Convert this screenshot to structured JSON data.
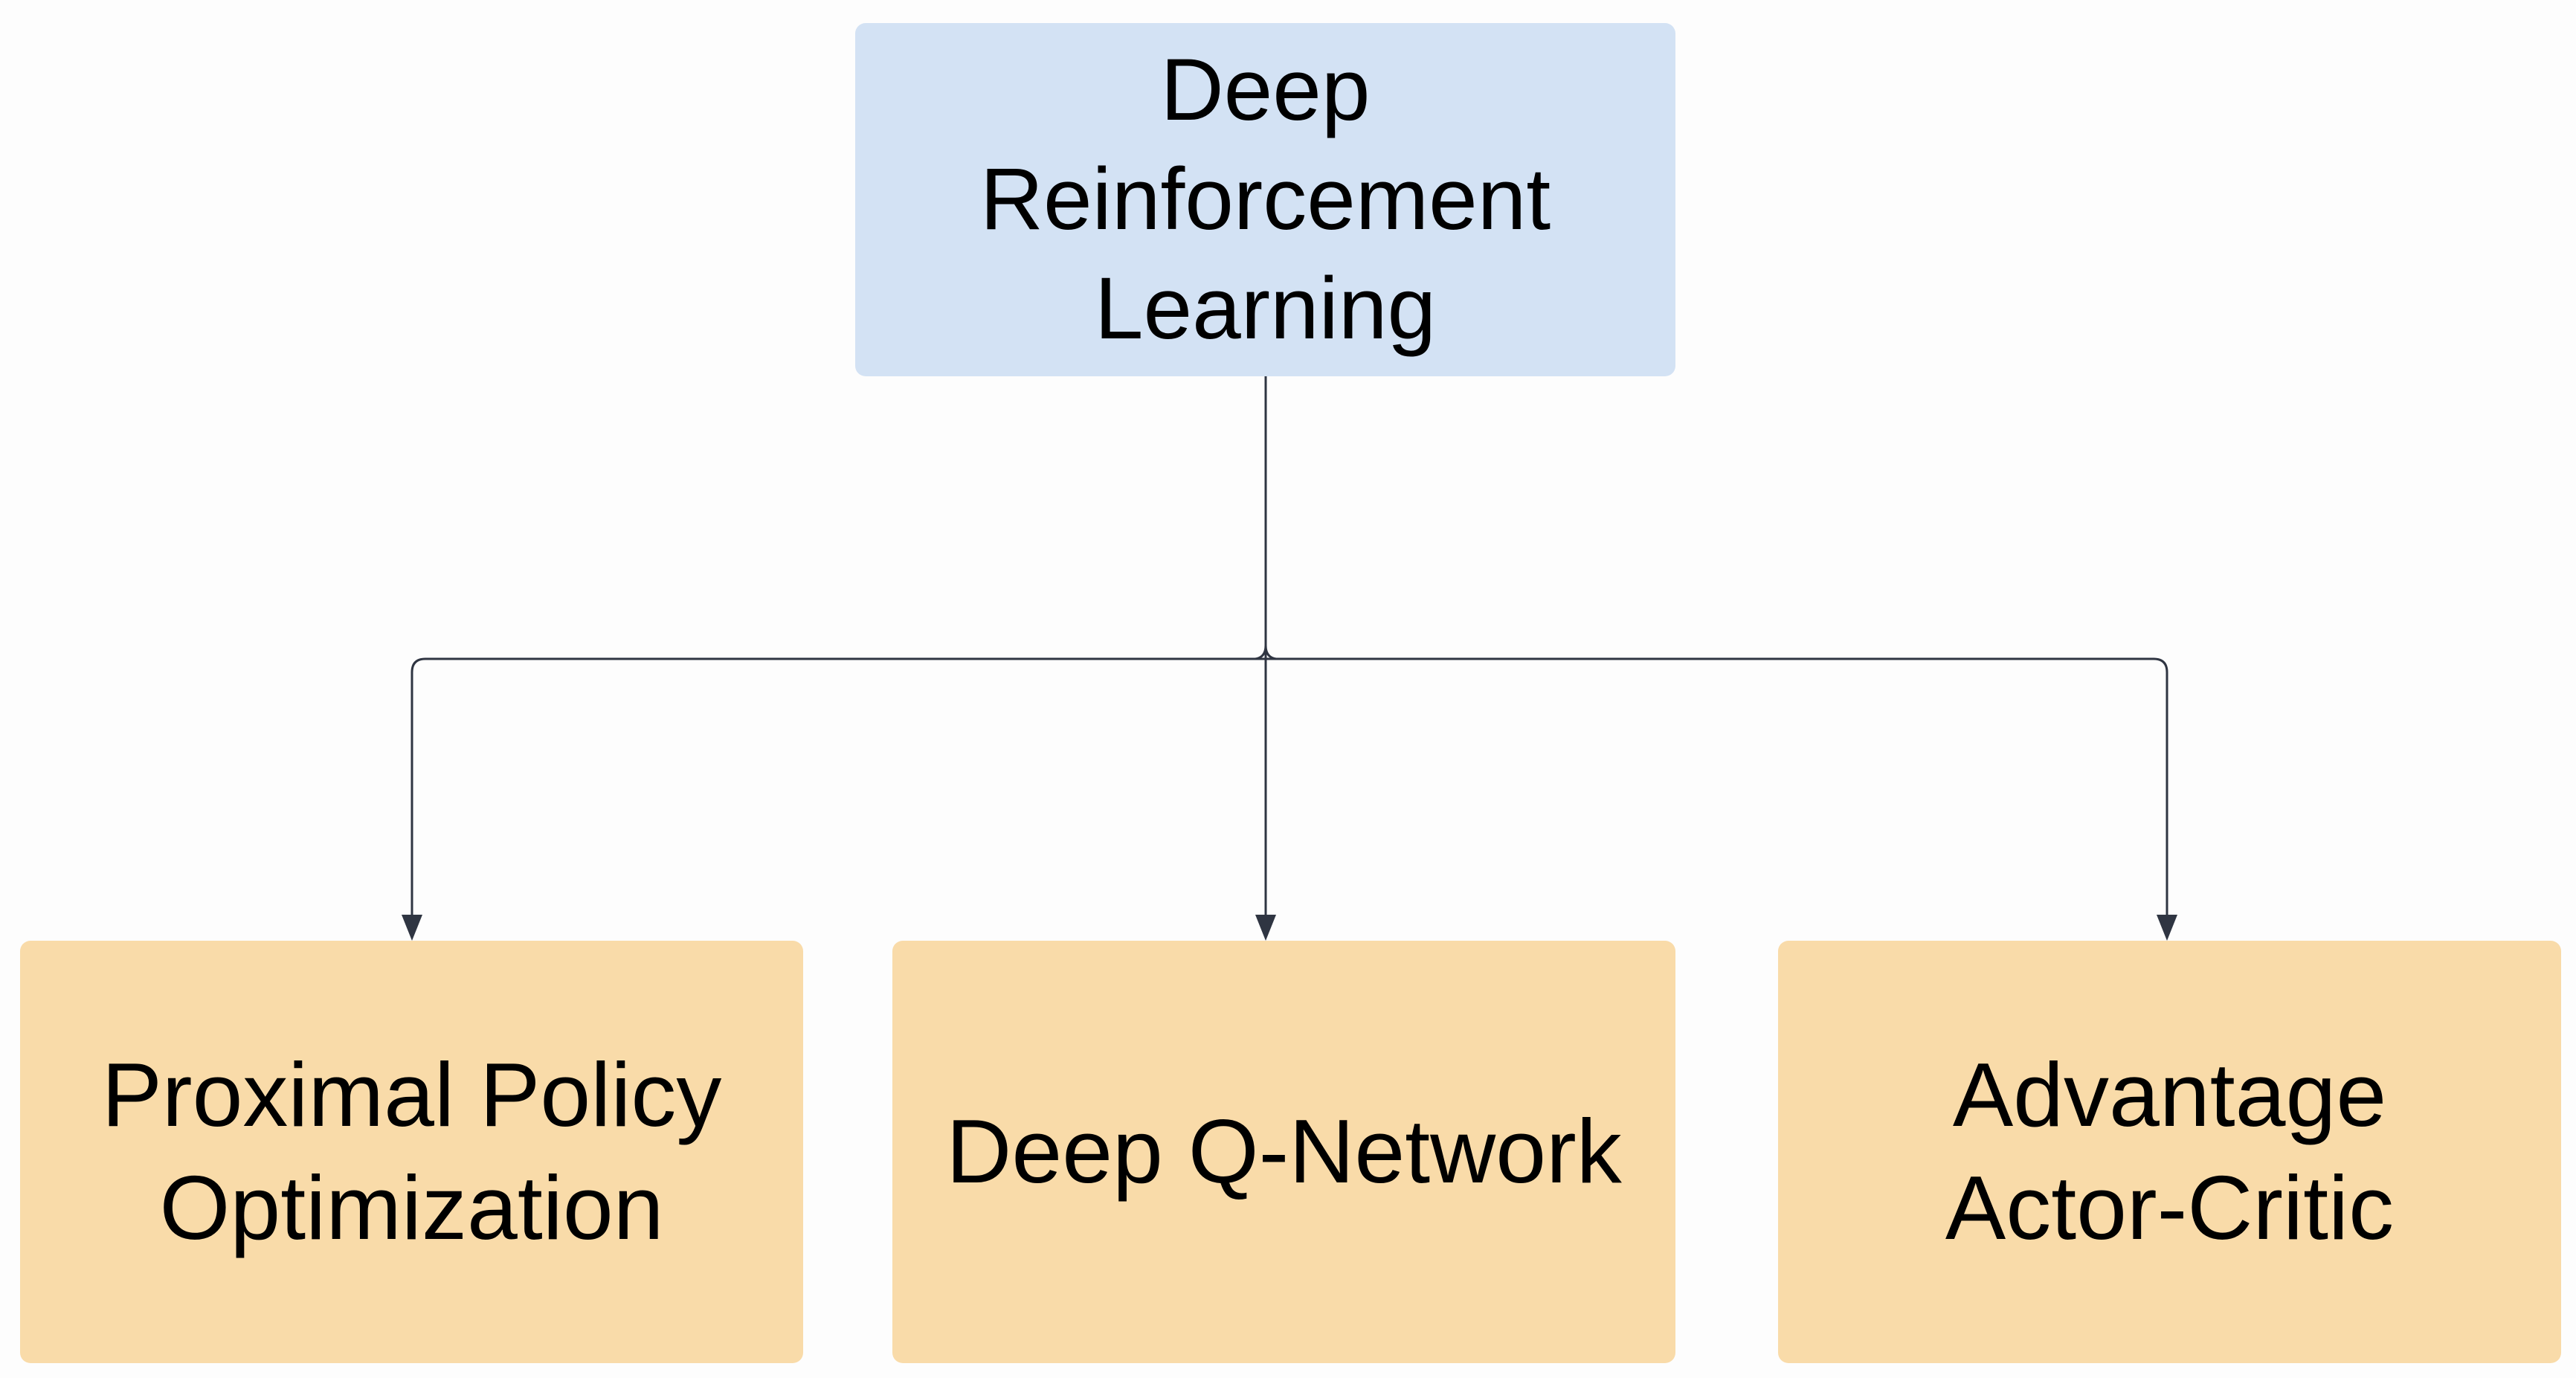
{
  "diagram": {
    "root": {
      "label": "Deep Reinforcement Learning"
    },
    "children": [
      {
        "id": "ppo",
        "label": "Proximal Policy Optimization"
      },
      {
        "id": "dqn",
        "label": "Deep Q-Network"
      },
      {
        "id": "a2c",
        "label": "Advantage Actor-Critic"
      }
    ],
    "colors": {
      "root_fill": "#d3e2f4",
      "child_fill": "#f9dba9",
      "connector": "#2f3542",
      "text": "#000000",
      "background": "#fdfdfd"
    }
  }
}
